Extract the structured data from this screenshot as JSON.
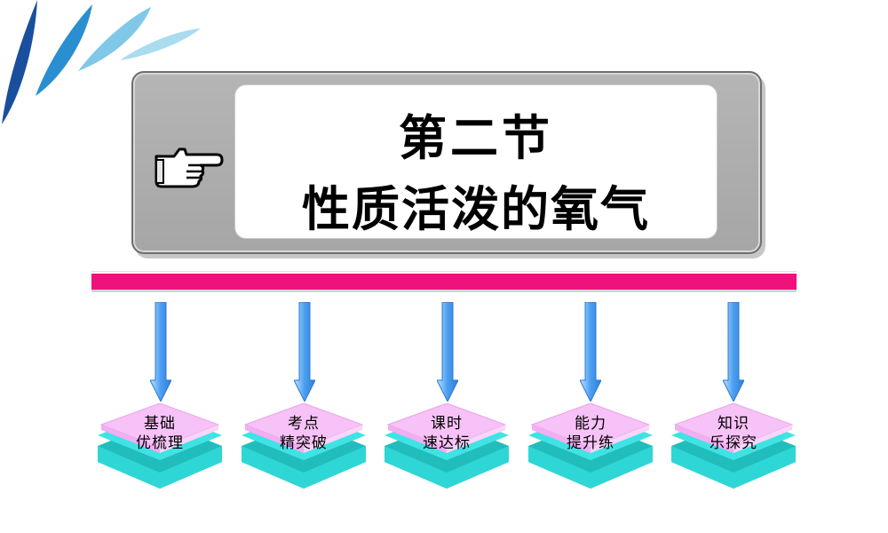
{
  "title": {
    "line1": "第二节",
    "line2": "性质活泼的氧气"
  },
  "icons": {
    "pointer": "pointing-hand-icon",
    "decoration": "blue-leaf-decoration"
  },
  "colors": {
    "divider": "#f0127c",
    "arrow": "#5aa6f0",
    "tile_top": "#f5b8f5",
    "tile_base": "#2dcfcf"
  },
  "nav": [
    {
      "line1": "基础",
      "line2": "优梳理"
    },
    {
      "line1": "考点",
      "line2": "精突破"
    },
    {
      "line1": "课时",
      "line2": "速达标"
    },
    {
      "line1": "能力",
      "line2": "提升练"
    },
    {
      "line1": "知识",
      "line2": "乐探究"
    }
  ]
}
